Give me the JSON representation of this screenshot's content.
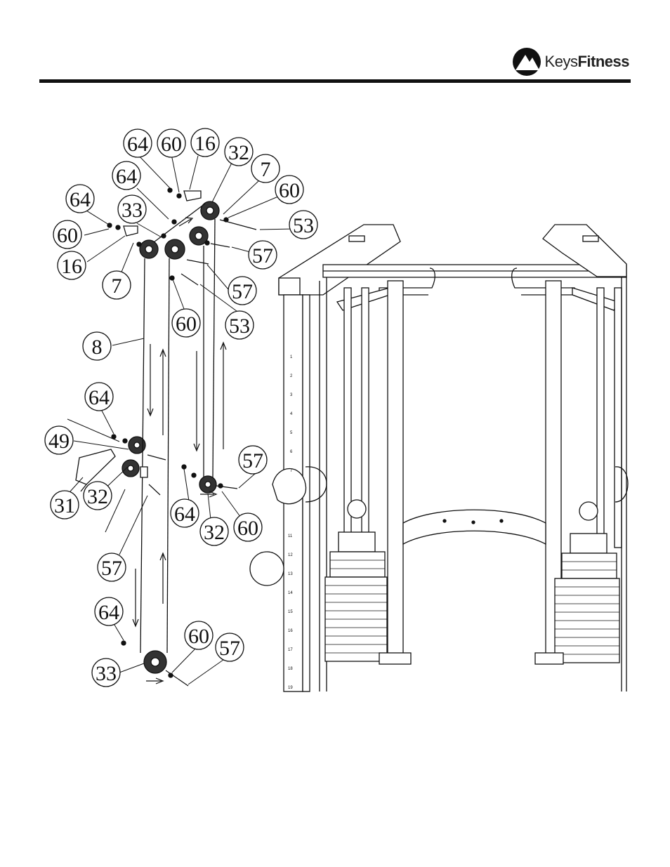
{
  "brand": {
    "name": "KeysFitness",
    "name_part1": "Keys",
    "name_part2": "Fitness"
  },
  "callouts": [
    {
      "label": "64"
    },
    {
      "label": "60"
    },
    {
      "label": "16"
    },
    {
      "label": "32"
    },
    {
      "label": "7"
    },
    {
      "label": "64"
    },
    {
      "label": "60"
    },
    {
      "label": "64"
    },
    {
      "label": "33"
    },
    {
      "label": "53"
    },
    {
      "label": "60"
    },
    {
      "label": "57"
    },
    {
      "label": "16"
    },
    {
      "label": "7"
    },
    {
      "label": "57"
    },
    {
      "label": "60"
    },
    {
      "label": "53"
    },
    {
      "label": "8"
    },
    {
      "label": "64"
    },
    {
      "label": "49"
    },
    {
      "label": "57"
    },
    {
      "label": "31"
    },
    {
      "label": "32"
    },
    {
      "label": "64"
    },
    {
      "label": "60"
    },
    {
      "label": "32"
    },
    {
      "label": "57"
    },
    {
      "label": "64"
    },
    {
      "label": "60"
    },
    {
      "label": "57"
    },
    {
      "label": "33"
    }
  ],
  "scale_numbers": [
    "1",
    "2",
    "3",
    "4",
    "5",
    "6",
    "7",
    "11",
    "12",
    "13",
    "14",
    "15",
    "16",
    "17",
    "18",
    "19"
  ],
  "colors": {
    "ink": "#111111",
    "paper": "#ffffff",
    "shade": "#dddddd"
  }
}
